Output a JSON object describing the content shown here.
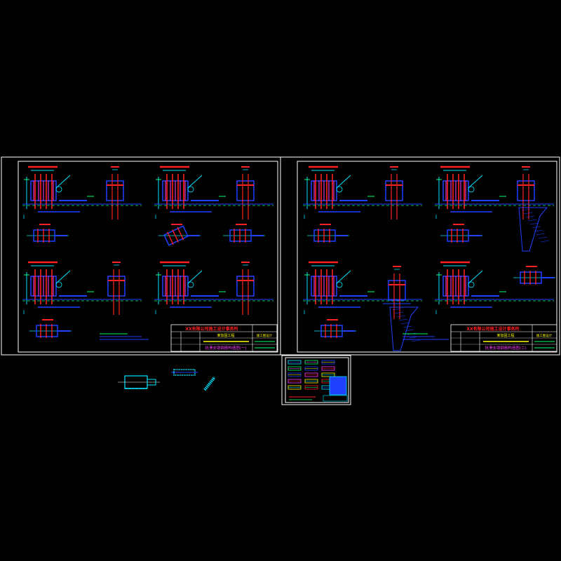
{
  "colors": {
    "background": "#000000",
    "frame": "#ffffff",
    "title": "#ff2020",
    "subtitle": "#00ffff",
    "structure_blue": "#2040ff",
    "structure_cyan": "#00e5ff",
    "bolt_red": "#ff2020",
    "green": "#00ff66",
    "magenta": "#ff40ff",
    "yellow": "#ffff00"
  },
  "sheets": [
    {
      "id": "sheet-1",
      "title_block": {
        "company": "XX有限公司施工设计事务所",
        "project": "某加固工程",
        "drawing_title": "抗滑支墩钢筋构造图(一)",
        "stage": "施工图设计"
      }
    },
    {
      "id": "sheet-2",
      "title_block": {
        "company": "XX有限公司施工设计事务所",
        "project": "某加固工程",
        "drawing_title": "抗滑支墩钢筋构造图(二)",
        "stage": "施工图设计"
      }
    }
  ]
}
